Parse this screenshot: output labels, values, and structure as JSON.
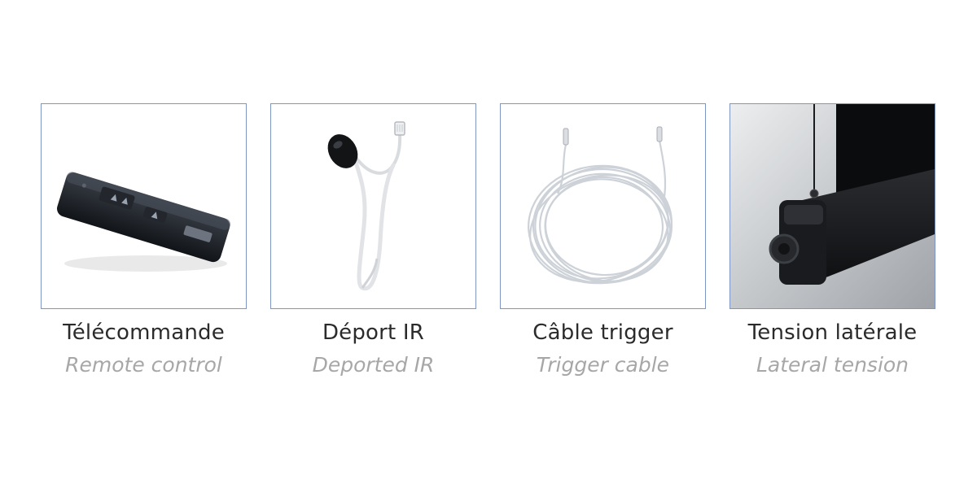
{
  "products": [
    {
      "title": "Télécommande",
      "subtitle": "Remote control",
      "image": "remote-control-photo"
    },
    {
      "title": "Déport IR",
      "subtitle": "Deported IR",
      "image": "ir-receiver-cable-photo"
    },
    {
      "title": "Câble trigger",
      "subtitle": "Trigger cable",
      "image": "trigger-cable-coil-photo"
    },
    {
      "title": "Tension latérale",
      "subtitle": "Lateral tension",
      "image": "lateral-tension-bar-photo"
    }
  ]
}
